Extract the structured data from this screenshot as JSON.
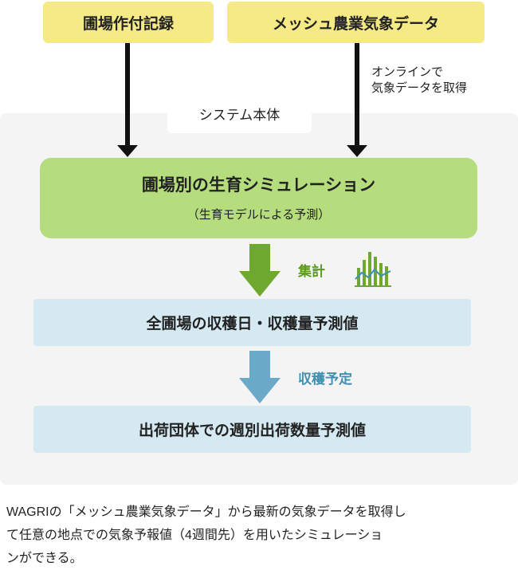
{
  "inputs": {
    "field_record": "圃場作付記録",
    "mesh_weather": "メッシュ農業気象データ"
  },
  "online_note": [
    "オンラインで",
    "気象データを取得"
  ],
  "system_label": "システム本体",
  "simulation": {
    "title": "圃場別の生育シミュレーション",
    "subtitle": "（生育モデルによる予測）"
  },
  "steps": {
    "aggregate": {
      "label": "集計",
      "color": "#5a9a1e",
      "icon": "bar-line-chart-icon"
    },
    "harvest_plan": {
      "label": "収穫予定",
      "color": "#3f8fb0"
    }
  },
  "results": {
    "harvest_forecast": "全圃場の収穫日・収穫量予測値",
    "shipping_forecast": "出荷団体での週別出荷数量予測値"
  },
  "footer": {
    "lines": [
      "WAGRIの「メッシュ農業気象データ」から最新の気象データを取得し",
      "て任意の地点での気象予報値（4週間先）を用いたシミュレーショ",
      "ンができる。"
    ]
  },
  "colors": {
    "input_fill": "#f5ea86",
    "panel_fill": "#f4f4f4",
    "simulation_fill": "#b5dd7e",
    "result_fill": "#d5e9f2",
    "arrow_dark": "#111111",
    "arrow_green": "#6fa82f",
    "arrow_blue": "#6aaac8"
  }
}
